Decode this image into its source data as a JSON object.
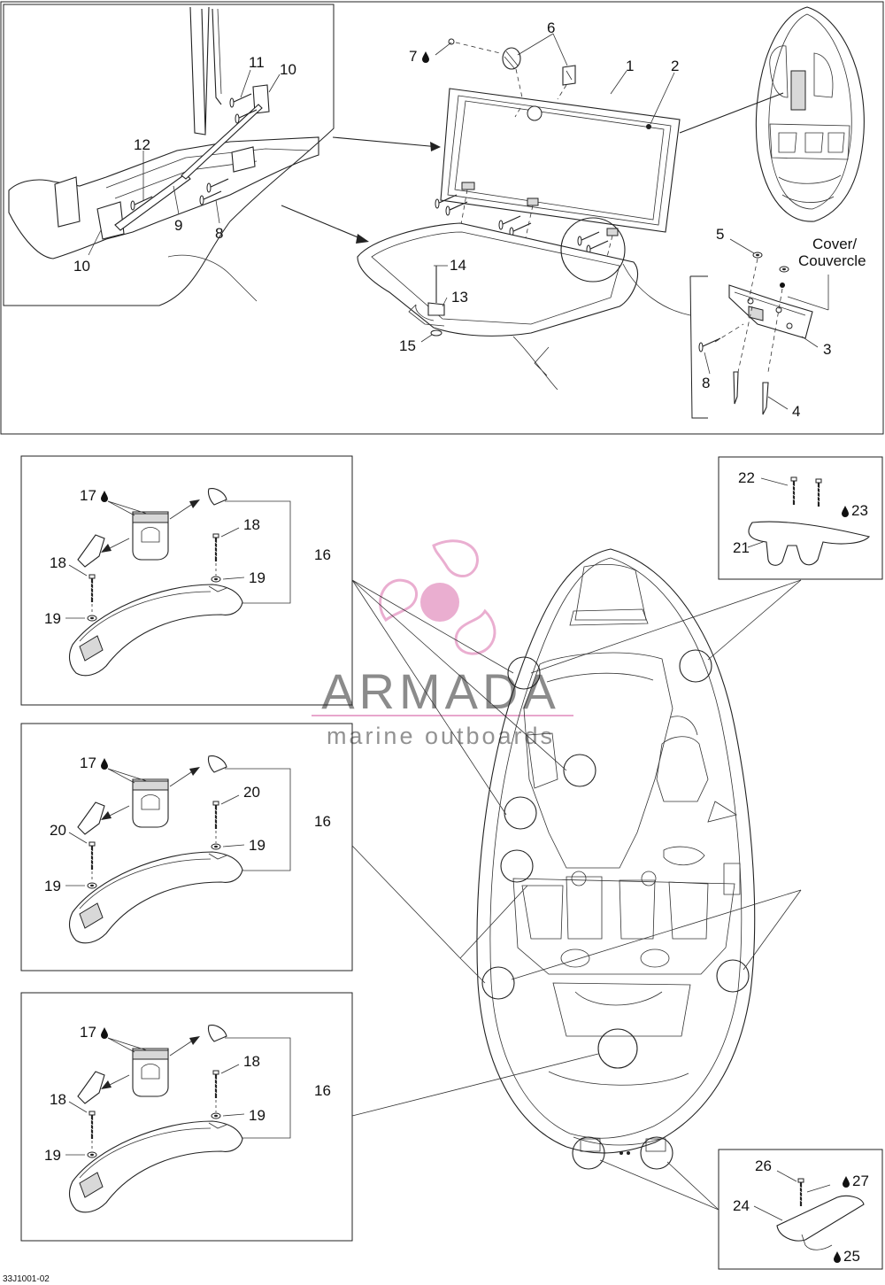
{
  "drawing_code": "33J1001-02",
  "cover_label_en": "Cover/",
  "cover_label_fr": "Couvercle",
  "watermark": {
    "brand": "ARMADA",
    "tagline": "marine outboards",
    "accent_color": "#e8a6cc"
  },
  "callouts": {
    "c1": "1",
    "c2": "2",
    "c3": "3",
    "c4": "4",
    "c5": "5",
    "c6": "6",
    "c7": "7",
    "c8a": "8",
    "c8b": "8",
    "c9": "9",
    "c10a": "10",
    "c10b": "10",
    "c11": "11",
    "c12": "12",
    "c13": "13",
    "c14": "14",
    "c15": "15",
    "c16a": "16",
    "c16b": "16",
    "c16c": "16",
    "c17a": "17",
    "c17b": "17",
    "c17c": "17",
    "c18a": "18",
    "c18b": "18",
    "c18c": "18",
    "c18d": "18",
    "c19a": "19",
    "c19b": "19",
    "c19c": "19",
    "c19d": "19",
    "c19e": "19",
    "c19f": "19",
    "c20a": "20",
    "c20b": "20",
    "c21": "21",
    "c22": "22",
    "c23": "23",
    "c24": "24",
    "c25": "25",
    "c26": "26",
    "c27": "27"
  },
  "icons": {
    "lubricant": "drop-icon"
  }
}
